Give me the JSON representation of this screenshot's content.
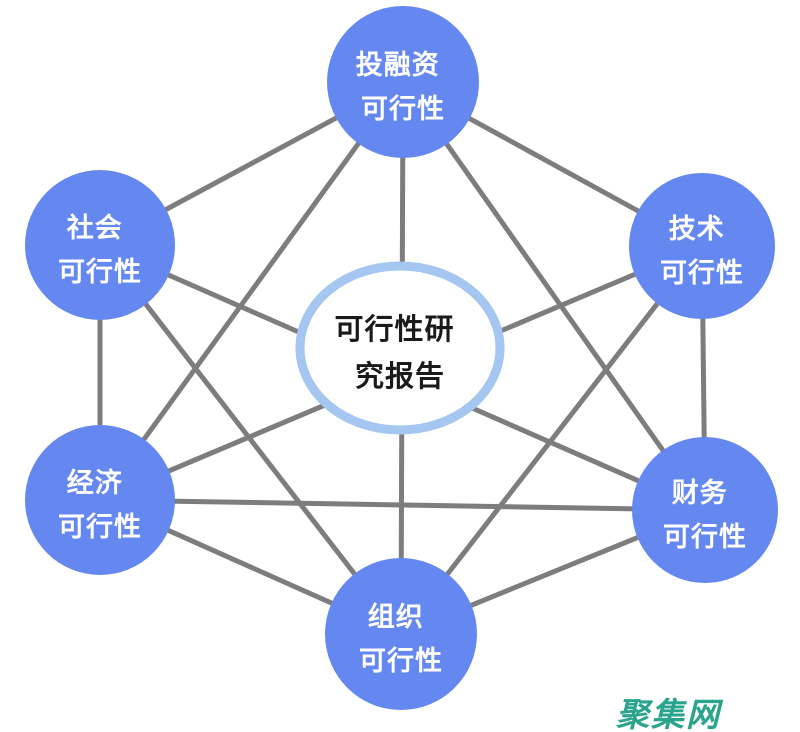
{
  "center_node": {
    "line1": "可行性研",
    "line2": "究报告"
  },
  "nodes": {
    "investment": {
      "line1": "投融资",
      "line2": "可行性"
    },
    "social": {
      "line1": "社会",
      "line2": "可行性"
    },
    "technical": {
      "line1": "技术",
      "line2": "可行性"
    },
    "economic": {
      "line1": "经济",
      "line2": "可行性"
    },
    "financial": {
      "line1": "财务",
      "line2": "可行性"
    },
    "organizational": {
      "line1": "组织",
      "line2": "可行性"
    }
  },
  "watermark": {
    "text": "聚集网",
    "color": "#2BA48D"
  },
  "colors": {
    "node_fill": "#6488EF",
    "node_text": "#FFFFFF",
    "center_ring": "#A4C6F1",
    "center_fill": "#FFFFFF",
    "center_text": "#1A1A1A",
    "edge": "#7D7D7D",
    "background": "#FFFFFF"
  }
}
